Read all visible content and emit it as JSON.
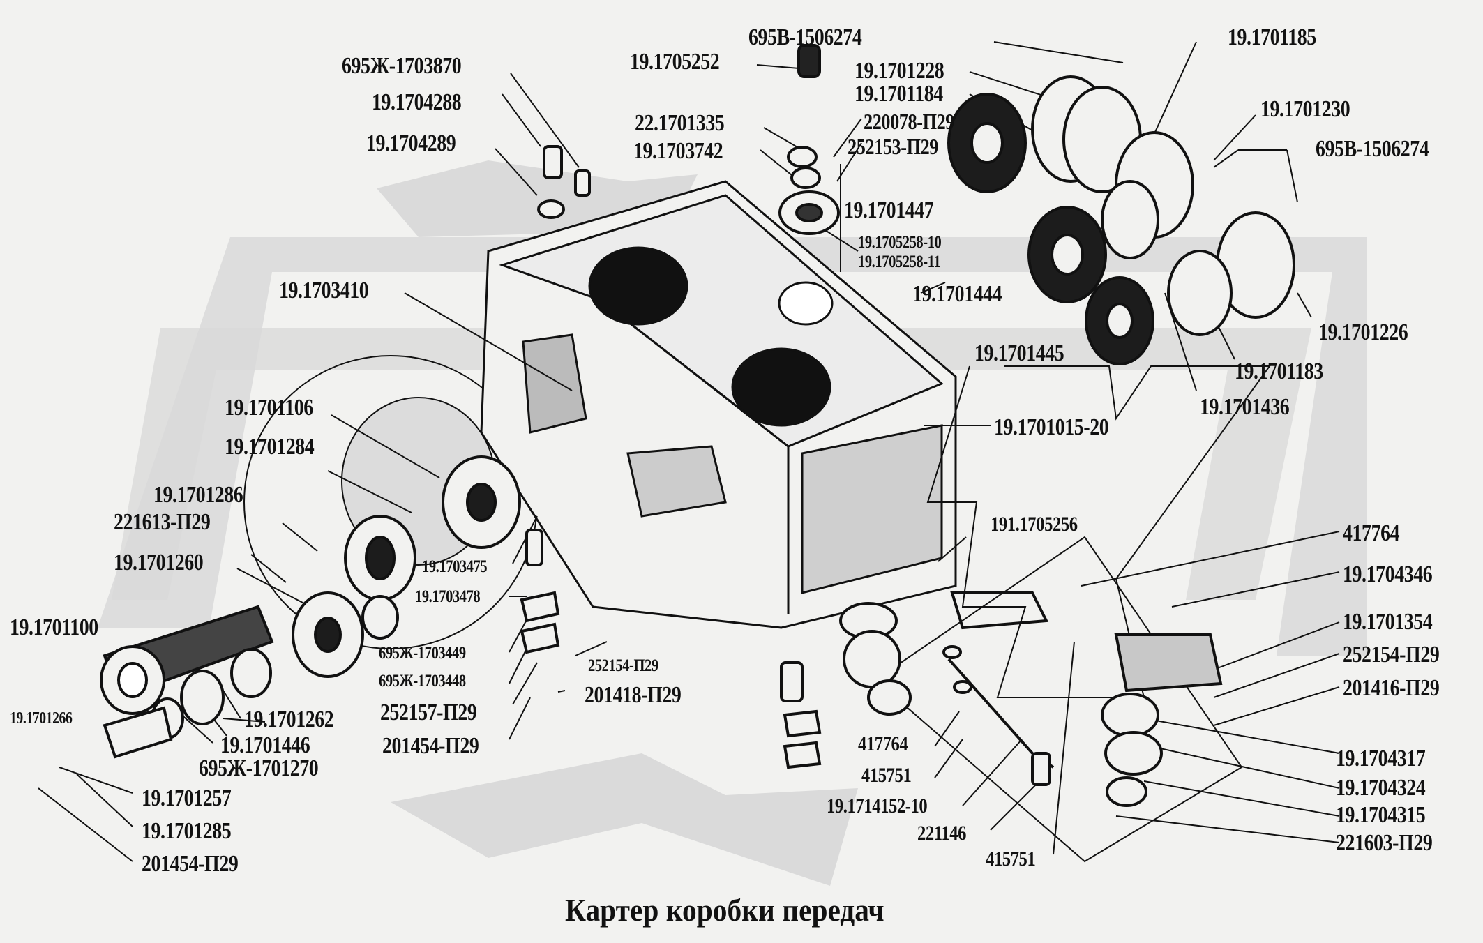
{
  "title": "Картер коробки передач",
  "colors": {
    "background": "#f2f2f0",
    "watermark": "#dadada",
    "ink": "#111111"
  },
  "labels": [
    {
      "id": "695Zh-1703870",
      "text": "695Ж-1703870"
    },
    {
      "id": "19.1704288",
      "text": "19.1704288"
    },
    {
      "id": "19.1704289",
      "text": "19.1704289"
    },
    {
      "id": "19.1705252",
      "text": "19.1705252"
    },
    {
      "id": "695V-1506274-top",
      "text": "695В-1506274"
    },
    {
      "id": "19.1701185",
      "text": "19.1701185"
    },
    {
      "id": "19.1701228",
      "text": "19.1701228"
    },
    {
      "id": "19.1701184",
      "text": "19.1701184"
    },
    {
      "id": "22.1701335",
      "text": "22.1701335"
    },
    {
      "id": "220078-P29",
      "text": "220078-П29"
    },
    {
      "id": "19.1703742",
      "text": "19.1703742"
    },
    {
      "id": "252153-P29",
      "text": "252153-П29"
    },
    {
      "id": "19.1701230",
      "text": "19.1701230"
    },
    {
      "id": "695V-1506274-right",
      "text": "695В-1506274"
    },
    {
      "id": "19.1701447",
      "text": "19.1701447"
    },
    {
      "id": "19.1705258-10",
      "text": "19.1705258-10"
    },
    {
      "id": "19.1705258-11",
      "text": "19.1705258-11"
    },
    {
      "id": "19.1703410",
      "text": "19.1703410"
    },
    {
      "id": "19.1701444",
      "text": "19.1701444"
    },
    {
      "id": "19.1701226",
      "text": "19.1701226"
    },
    {
      "id": "19.1701445",
      "text": "19.1701445"
    },
    {
      "id": "19.1701183",
      "text": "19.1701183"
    },
    {
      "id": "19.1701436",
      "text": "19.1701436"
    },
    {
      "id": "19.1701106",
      "text": "19.1701106"
    },
    {
      "id": "19.1701015-20",
      "text": "19.1701015-20"
    },
    {
      "id": "19.1701284",
      "text": "19.1701284"
    },
    {
      "id": "19.1701286",
      "text": "19.1701286"
    },
    {
      "id": "221613-P29",
      "text": "221613-П29"
    },
    {
      "id": "191.1705256",
      "text": "191.1705256"
    },
    {
      "id": "417764-top",
      "text": "417764"
    },
    {
      "id": "19.1701260",
      "text": "19.1701260"
    },
    {
      "id": "19.1703475",
      "text": "19.1703475"
    },
    {
      "id": "19.1704346",
      "text": "19.1704346"
    },
    {
      "id": "19.1703478",
      "text": "19.1703478"
    },
    {
      "id": "19.1701100",
      "text": "19.1701100"
    },
    {
      "id": "19.1701354",
      "text": "19.1701354"
    },
    {
      "id": "695Zh-1703449",
      "text": "695Ж-1703449"
    },
    {
      "id": "252154-P29-left",
      "text": "252154-П29"
    },
    {
      "id": "252154-P29-right",
      "text": "252154-П29"
    },
    {
      "id": "695Zh-1703448",
      "text": "695Ж-1703448"
    },
    {
      "id": "201416-P29",
      "text": "201416-П29"
    },
    {
      "id": "201418-P29",
      "text": "201418-П29"
    },
    {
      "id": "252157-P29",
      "text": "252157-П29"
    },
    {
      "id": "19.1701266",
      "text": "19.1701266"
    },
    {
      "id": "19.1701262",
      "text": "19.1701262"
    },
    {
      "id": "19.1701446",
      "text": "19.1701446"
    },
    {
      "id": "417764-mid",
      "text": "417764"
    },
    {
      "id": "201454-P29-mid",
      "text": "201454-П29"
    },
    {
      "id": "19.1704317",
      "text": "19.1704317"
    },
    {
      "id": "695Zh-1701270",
      "text": "695Ж-1701270"
    },
    {
      "id": "415751-left",
      "text": "415751"
    },
    {
      "id": "19.1704324",
      "text": "19.1704324"
    },
    {
      "id": "19.1701257",
      "text": "19.1701257"
    },
    {
      "id": "19.1714152-10",
      "text": "19.1714152-10"
    },
    {
      "id": "19.1704315",
      "text": "19.1704315"
    },
    {
      "id": "19.1701285",
      "text": "19.1701285"
    },
    {
      "id": "221146",
      "text": "221146"
    },
    {
      "id": "221603-P29",
      "text": "221603-П29"
    },
    {
      "id": "201454-P29-bottom",
      "text": "201454-П29"
    },
    {
      "id": "415751-bottom",
      "text": "415751"
    }
  ]
}
